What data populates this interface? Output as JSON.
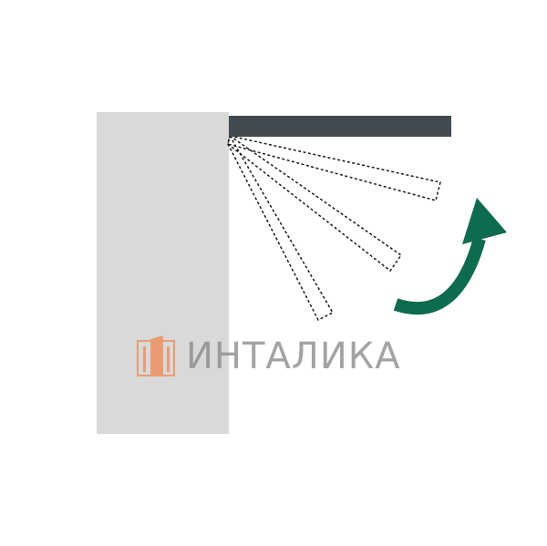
{
  "diagram": {
    "colors": {
      "background": "#ffffff",
      "wall": "#d9d9d9",
      "flap": "#424b50",
      "ghost_outline": "#1a1a1a",
      "arrow": "#0e6b50",
      "logo_accent": "#f08a57",
      "logo_text": "#8a8a8a"
    },
    "flap_rotation_degrees": [
      0,
      15,
      35,
      60
    ],
    "arrow_direction": "counterclockwise-up",
    "watermark": {
      "brand": "ИНТАЛИКА",
      "logo": "building-logo-icon"
    }
  }
}
